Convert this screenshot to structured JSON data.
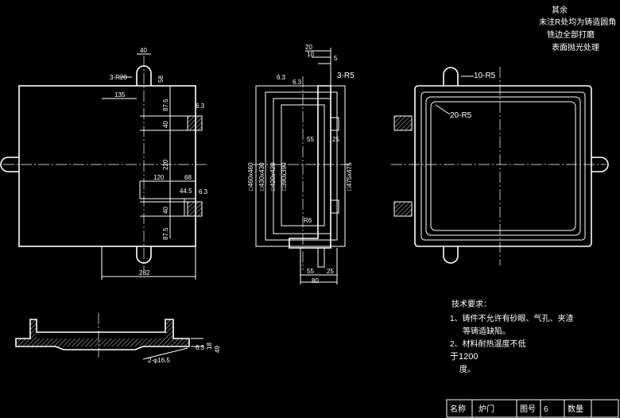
{
  "notes_top": {
    "line1": "其余",
    "line2": "未注R处均为铸造圆角",
    "line3": "铣边全部打磨",
    "line4": "表面抛光处理"
  },
  "front_view": {
    "dims": {
      "top_width": "40",
      "top_radius": "3-R20",
      "top_height": "58",
      "left_offset": "135",
      "slot_height": "87.5",
      "slot_width_1": "40",
      "total_height": "220",
      "mid_width": "120",
      "mid_dim_68": "68",
      "mid_dim_44": "44.5",
      "slot_width_2": "40",
      "slot_height_2": "87.5",
      "bottom_width": "282",
      "rough_1": "6.3",
      "rough_2": "6.3"
    }
  },
  "section_view": {
    "dims": {
      "top_20": "20",
      "top_10": "10",
      "top_5": "5",
      "radius_r5": "3-R5",
      "rough_a": "6.3",
      "rough_b": "6.3",
      "dim_55_top": "55",
      "dim_25": "25",
      "sq_460": "□460x460",
      "sq_430": "□430x430",
      "sq_420": "□420x420",
      "sq_390": "□390x390",
      "sq_475": "□475x475",
      "r6": "R6",
      "dim_55_bot": "55",
      "dim_80": "80",
      "dim_25b": "25"
    }
  },
  "top_view": {
    "dims": {
      "outer_radius": "10-R5",
      "inner_radius": "20-R5"
    }
  },
  "bottom_section": {
    "dims": {
      "holes": "2-φ16.5",
      "height_49": "49",
      "height_18": "18",
      "rough": "6.3"
    }
  },
  "tech_requirements": {
    "title": "技术要求：",
    "item1a": "1、铸件不允许有砂眼、气孔、夹渣",
    "item1b": "等铸造缺陷。",
    "item2a": "2、材料耐热温度不低",
    "item2b": "于1200",
    "item2c": "度。"
  },
  "title_block": {
    "name_label": "名称",
    "name_value": "炉门",
    "drawing_no_label": "图号",
    "drawing_no_value": "6",
    "qty_label": "数量",
    "qty_value": ""
  }
}
